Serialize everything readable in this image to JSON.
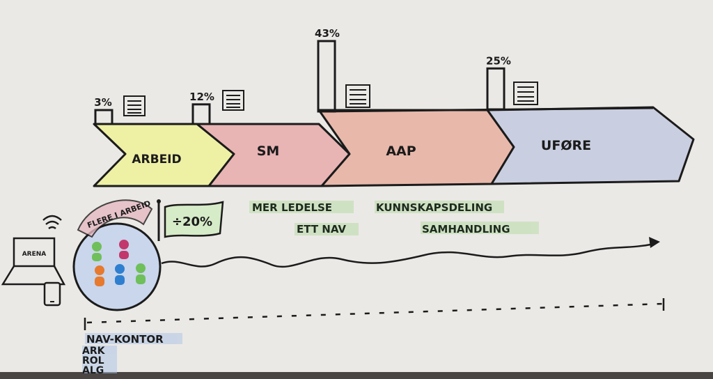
{
  "timeline": {
    "stages": [
      {
        "label": "ARBEID",
        "bar_label": "3%",
        "share": 3,
        "fill": "#eef0a4"
      },
      {
        "label": "SM",
        "bar_label": "12%",
        "share": 12,
        "fill": "#e8b4b4"
      },
      {
        "label": "AAP",
        "bar_label": "43%",
        "share": 43,
        "fill": "#e8b8aa"
      },
      {
        "label": "UFØRE",
        "bar_label": "25%",
        "share": 25,
        "fill": "#c9cfe0"
      }
    ]
  },
  "badges": {
    "circle_arc_text": "FLERE I ARBEID",
    "percent_flag": "÷20%"
  },
  "initiatives": {
    "row1_left": "MER LEDELSE",
    "row1_right": "KUNNSKAPSDELING",
    "row2_left": "ETT NAV",
    "row2_right": "SAMHANDLING"
  },
  "devices": {
    "laptop_screen": "ARENA"
  },
  "office": {
    "lines": [
      "NAV-KONTOR",
      "ARK",
      "ROL",
      "ALG"
    ]
  },
  "colors": {
    "ink": "#1b1b1b",
    "highlight_green": "#b9dca8",
    "highlight_blue": "#a9c3e6",
    "paper": "#e9e7e4"
  }
}
